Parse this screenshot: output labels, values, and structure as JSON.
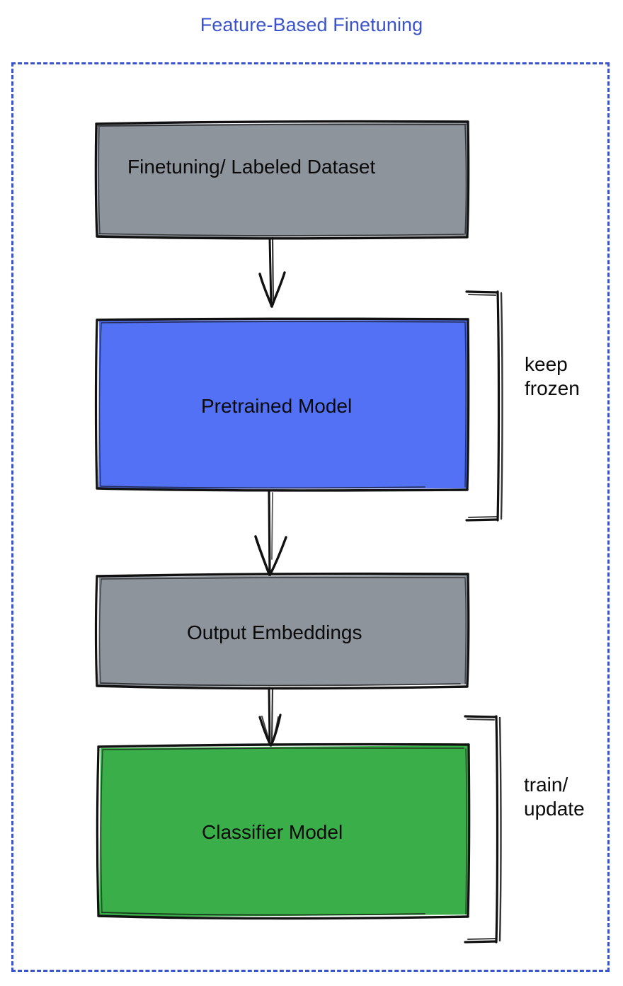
{
  "diagram": {
    "title": "Feature-Based Finetuning",
    "title_color": "#3a53cc",
    "frame": {
      "style": "dashed",
      "color": "#3a53cc"
    },
    "nodes": [
      {
        "id": "finetuning-dataset",
        "label": "Finetuning/ Labeled Dataset",
        "fill": "#8d949c",
        "stroke": "#000000",
        "shape": "rectangle"
      },
      {
        "id": "pretrained-model",
        "label": "Pretrained Model",
        "fill": "#5271f5",
        "stroke": "#000000",
        "shape": "rectangle"
      },
      {
        "id": "output-embeddings",
        "label": "Output Embeddings",
        "fill": "#8d949c",
        "stroke": "#000000",
        "shape": "rectangle"
      },
      {
        "id": "classifier-model",
        "label": "Classifier Model",
        "fill": "#3aae49",
        "stroke": "#000000",
        "shape": "rectangle"
      }
    ],
    "edges": [
      {
        "from": "finetuning-dataset",
        "to": "pretrained-model",
        "style": "arrow"
      },
      {
        "from": "pretrained-model",
        "to": "output-embeddings",
        "style": "arrow"
      },
      {
        "from": "output-embeddings",
        "to": "classifier-model",
        "style": "arrow"
      }
    ],
    "annotations": [
      {
        "id": "keep-frozen",
        "text": "keep\nfrozen",
        "target": "pretrained-model",
        "bracket": "right"
      },
      {
        "id": "train-update",
        "text": "train/\nupdate",
        "target": "classifier-model",
        "bracket": "right"
      }
    ]
  }
}
